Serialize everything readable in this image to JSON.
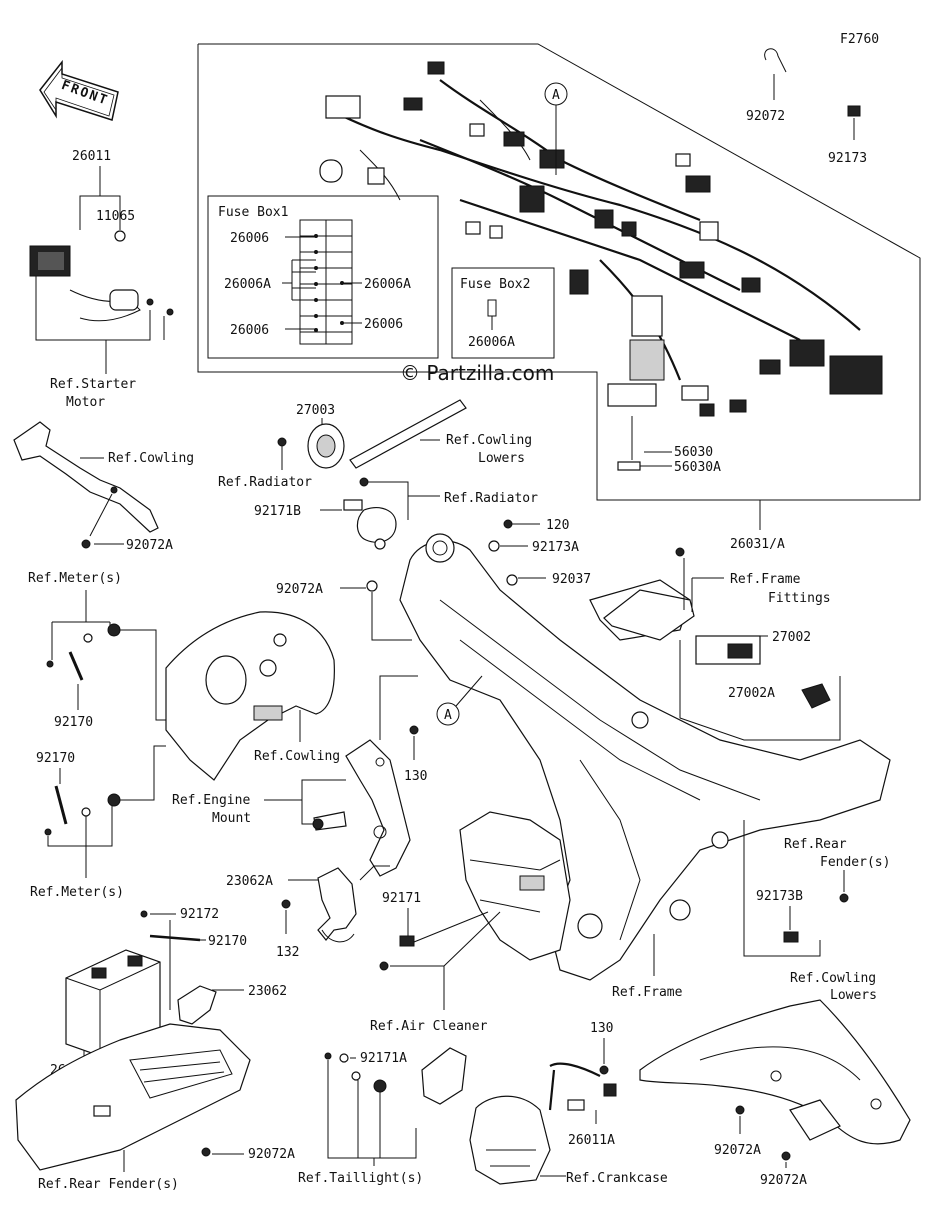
{
  "figure_code": "F2760",
  "front_label": "FRONT",
  "watermark": "© Partzilla.com",
  "callout_a": "A",
  "fuse_box1": {
    "title": "Fuse Box1",
    "items": [
      "26006",
      "26006A",
      "26006A",
      "26006",
      "26006"
    ]
  },
  "fuse_box2": {
    "title": "Fuse Box2",
    "items": [
      "26006A"
    ]
  },
  "parts": {
    "p26011": "26011",
    "p11065": "11065",
    "ref_starter": "Ref.Starter",
    "ref_starter2": "Motor",
    "ref_cowling_top": "Ref.Cowling",
    "p92072A_left": "92072A",
    "p27003": "27003",
    "ref_cowling_lowers": "Ref.Cowling",
    "ref_cowling_lowers2": "Lowers",
    "ref_radiator1": "Ref.Radiator",
    "ref_radiator2": "Ref.Radiator",
    "p92171B": "92171B",
    "p92072": "92072",
    "p92173": "92173",
    "p56030": "56030",
    "p56030A": "56030A",
    "p26031": "26031/A",
    "p120": "120",
    "p92173A": "92173A",
    "p92037": "92037",
    "p92072A_mid": "92072A",
    "ref_frame_fittings": "Ref.Frame",
    "ref_frame_fittings2": "Fittings",
    "p27002": "27002",
    "p27002A": "27002A",
    "ref_meters_top": "Ref.Meter(s)",
    "p92170_a": "92170",
    "ref_cowling_mid": "Ref.Cowling",
    "p130_a": "130",
    "ref_engine_mount": "Ref.Engine",
    "ref_engine_mount2": "Mount",
    "p92170_b": "92170",
    "ref_meters_bottom": "Ref.Meter(s)",
    "p23062A": "23062A",
    "p132": "132",
    "p92171": "92171",
    "ref_rear_fender_r": "Ref.Rear",
    "ref_rear_fender_r2": "Fender(s)",
    "p92173B": "92173B",
    "ref_frame": "Ref.Frame",
    "ref_cowling_lowers_b": "Ref.Cowling",
    "ref_cowling_lowers_b2": "Lowers",
    "p92172": "92172",
    "p92170_c": "92170",
    "p23062": "23062",
    "p26012": "26012",
    "ref_air_cleaner": "Ref.Air Cleaner",
    "p130_b": "130",
    "p92171A": "92171A",
    "p26011A": "26011A",
    "p92072A_bl": "92072A",
    "ref_rear_fender_l": "Ref.Rear Fender(s)",
    "ref_taillight": "Ref.Taillight(s)",
    "ref_crankcase": "Ref.Crankcase",
    "p92072A_br1": "92072A",
    "p92072A_br2": "92072A"
  }
}
